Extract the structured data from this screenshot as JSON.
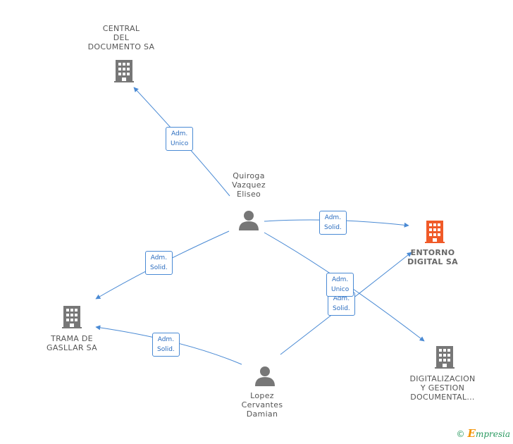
{
  "nodes": {
    "central": {
      "lines": [
        "CENTRAL",
        "DEL",
        "DOCUMENTO SA"
      ]
    },
    "quiroga": {
      "lines": [
        "Quiroga",
        "Vazquez",
        "Eliseo"
      ]
    },
    "entorno": {
      "lines": [
        "ENTORNO",
        "DIGITAL SA"
      ]
    },
    "trama": {
      "lines": [
        "TRAMA DE",
        "GASLLAR SA"
      ]
    },
    "lopez": {
      "lines": [
        "Lopez",
        "Cervantes",
        "Damian"
      ]
    },
    "digitalizacion": {
      "lines": [
        "DIGITALIZACION",
        "Y GESTION",
        "DOCUMENTAL..."
      ]
    }
  },
  "edges": {
    "quiroga_central": {
      "lines": [
        "Adm.",
        "Unico"
      ]
    },
    "quiroga_entorno": {
      "lines": [
        "Adm.",
        "Solid."
      ]
    },
    "quiroga_trama": {
      "lines": [
        "Adm.",
        "Solid."
      ]
    },
    "lopez_trama": {
      "lines": [
        "Adm.",
        "Solid."
      ]
    },
    "lopez_entorno": {
      "lines": [
        "Adm.",
        "Unico"
      ]
    },
    "quiroga_digitalizacion": {
      "lines": [
        "Adm.",
        "Solid."
      ]
    }
  },
  "colors": {
    "edge": "#4a8ad4",
    "building": "#777777",
    "building_highlight": "#f05a28",
    "person": "#777777"
  },
  "footer": {
    "copyright": "©",
    "brand_initial": "E",
    "brand_rest": "mpresia"
  }
}
